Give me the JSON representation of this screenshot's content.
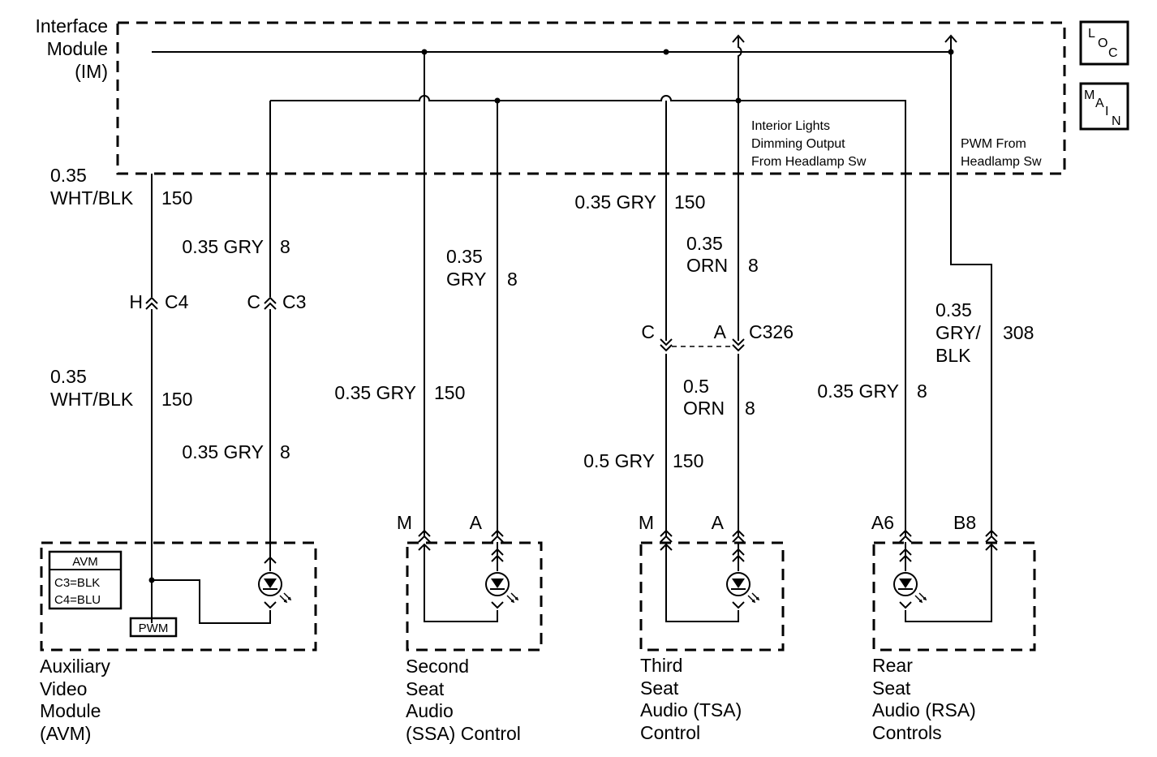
{
  "module": {
    "line1": "Interface",
    "line2": "Module",
    "line3": "(IM)"
  },
  "badges": {
    "loc": [
      "L",
      "O",
      "C"
    ],
    "main": [
      "M",
      "A",
      "I",
      "N"
    ]
  },
  "notes": {
    "interior": [
      "Interior Lights",
      "Dimming Output",
      "From Headlamp Sw"
    ],
    "pwm": [
      "PWM From",
      "Headlamp Sw"
    ]
  },
  "wires": {
    "w1_size": "0.35",
    "w1_color": "WHT/BLK",
    "w1_circuit": "150",
    "w2": "0.35 GRY",
    "w2_circuit": "8",
    "w3_size": "0.35",
    "w3_color": "WHT/BLK",
    "w3_circuit": "150",
    "w4": "0.35 GRY",
    "w4_circuit": "8",
    "w5_size": "0.35",
    "w5_color": "GRY",
    "w5_circuit": "8",
    "w6": "0.35 GRY",
    "w6_circuit": "150",
    "w7": "0.35 GRY",
    "w7_circuit": "150",
    "w8_size": "0.35",
    "w8_color": "ORN",
    "w8_circuit": "8",
    "w9_size": "0.5",
    "w9_color": "ORN",
    "w9_circuit": "8",
    "w10": "0.5 GRY",
    "w10_circuit": "150",
    "w11": "0.35 GRY",
    "w11_circuit": "8",
    "w12_size": "0.35",
    "w12_color1": "GRY/",
    "w12_color2": "BLK",
    "w12_circuit": "308"
  },
  "connectors": {
    "h": "H",
    "c4": "C4",
    "c": "C",
    "c3": "C3",
    "c326_c": "C",
    "c326_a": "A",
    "c326": "C326",
    "ssa_m": "M",
    "ssa_a": "A",
    "tsa_m": "M",
    "tsa_a": "A",
    "rsa_a6": "A6",
    "rsa_b8": "B8"
  },
  "avm": {
    "title": "AVM",
    "c3": "C3=BLK",
    "c4": "C4=BLU",
    "pwm": "PWM"
  },
  "components": {
    "avm": [
      "Auxiliary",
      "Video",
      "Module",
      "(AVM)"
    ],
    "ssa": [
      "Second",
      "Seat",
      "Audio",
      "(SSA) Control"
    ],
    "tsa": [
      "Third",
      "Seat",
      "Audio (TSA)",
      "Control"
    ],
    "rsa": [
      "Rear",
      "Seat",
      "Audio (RSA)",
      "Controls"
    ]
  }
}
